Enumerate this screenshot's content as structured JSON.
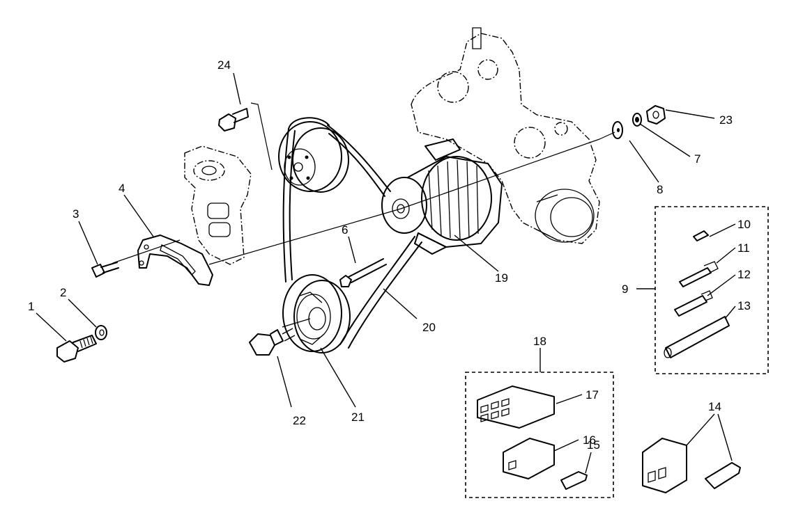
{
  "diagram": {
    "callouts": [
      "1",
      "2",
      "3",
      "4",
      "6",
      "7",
      "8",
      "9",
      "10",
      "11",
      "12",
      "13",
      "14",
      "15",
      "16",
      "17",
      "18",
      "19",
      "20",
      "21",
      "22",
      "23",
      "24"
    ]
  }
}
